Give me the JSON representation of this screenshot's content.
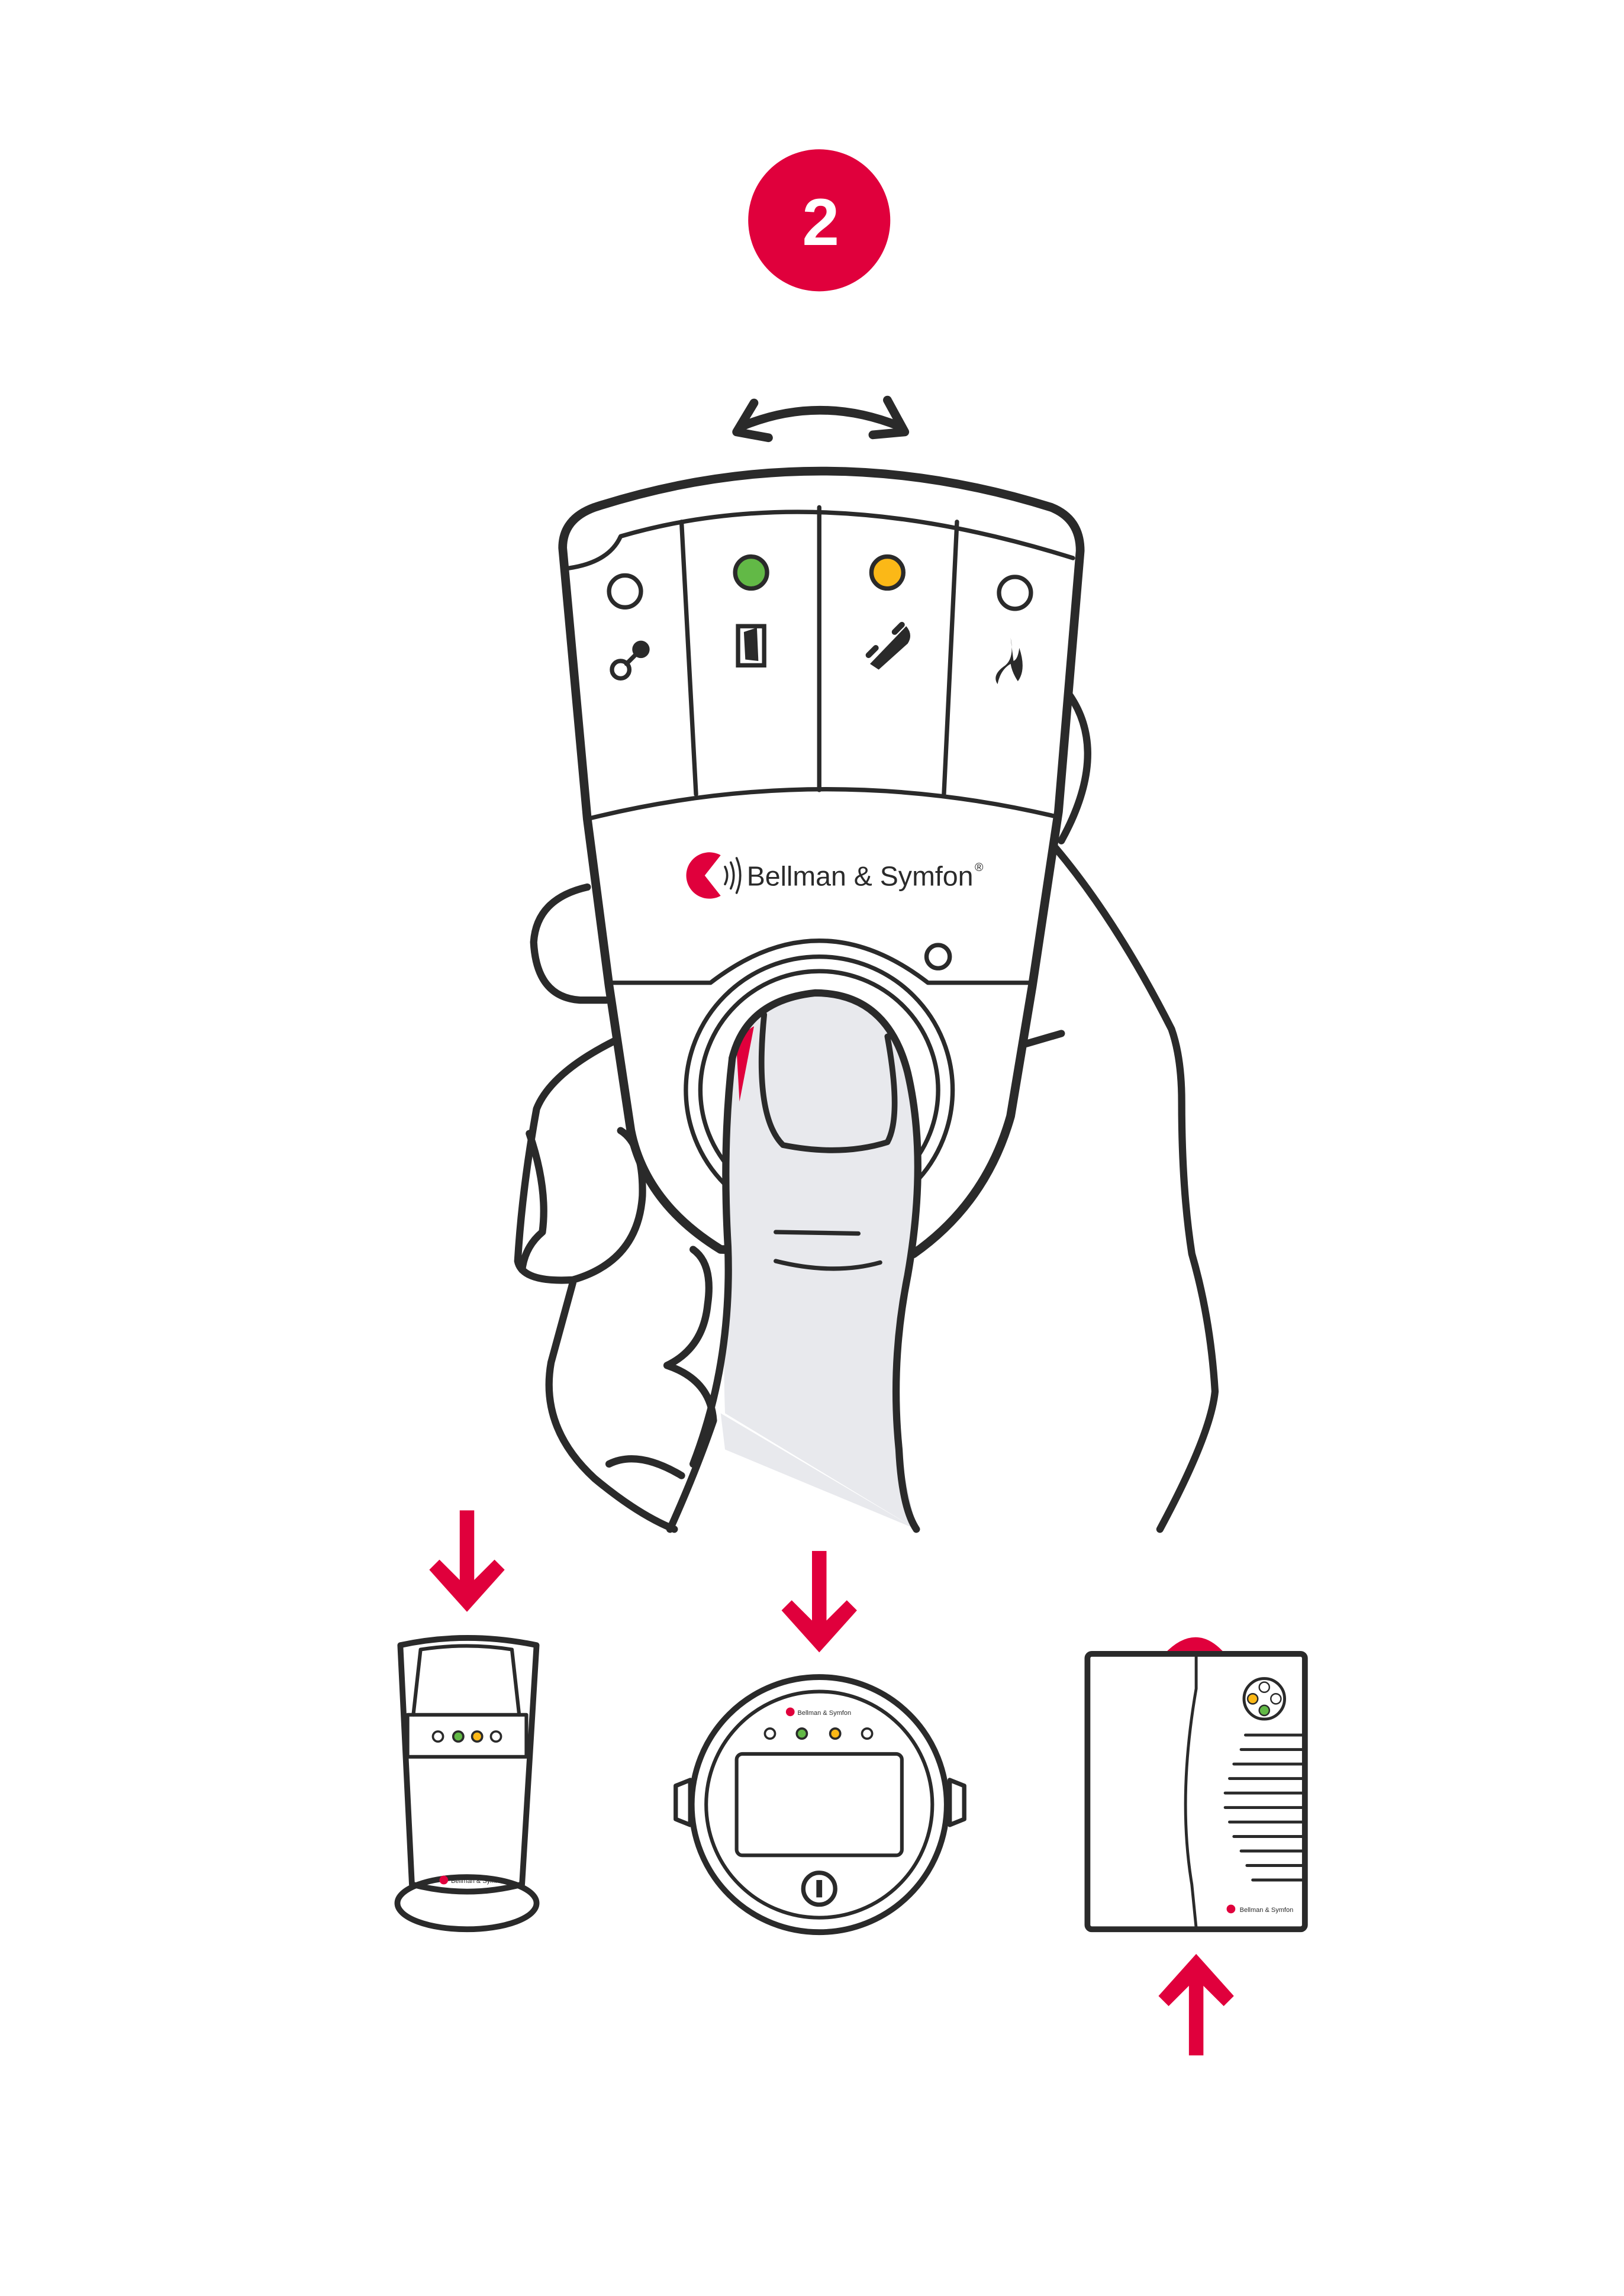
{
  "step": {
    "number": "2"
  },
  "brand": {
    "name": "Bellman & Symfon",
    "mark": "®"
  },
  "receiver": {
    "indicators": [
      {
        "name": "baby-cry",
        "lit": false
      },
      {
        "name": "door",
        "lit": true,
        "color": "#62b946"
      },
      {
        "name": "phone",
        "lit": true,
        "color": "#fbb817"
      },
      {
        "name": "fire",
        "lit": false
      }
    ]
  },
  "colors": {
    "accent": "#e0003c",
    "line": "#2a2a2a",
    "green": "#62b946",
    "amber": "#fbb817",
    "thumb": "#e8e9ed"
  }
}
